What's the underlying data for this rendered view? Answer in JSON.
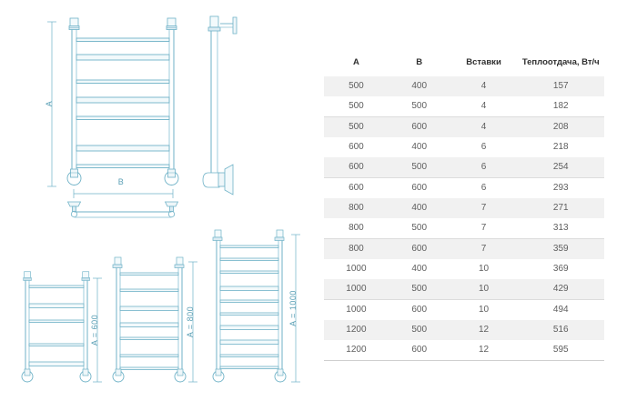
{
  "product": {
    "type": "towel-radiator-ladder",
    "line_color": "#6fb2c7",
    "fill_color": "#eef6f9"
  },
  "drawings": {
    "main_front": {
      "name": "front-view",
      "height_label": "A",
      "width_label": "B",
      "rungs": 7
    },
    "side_view": {
      "name": "side-view"
    },
    "bottom_view": {
      "name": "bottom-view"
    },
    "variants": [
      {
        "label": "A = 600",
        "rungs": 5,
        "height_mm": 600
      },
      {
        "label": "A = 800",
        "rungs": 7,
        "height_mm": 800
      },
      {
        "label": "A = 1000",
        "rungs": 10,
        "height_mm": 1000
      }
    ]
  },
  "chart_data": {
    "type": "table",
    "title": "",
    "columns": [
      "A",
      "B",
      "Вставки",
      "Теплоотдача, Вт/ч"
    ],
    "rows": [
      [
        "500",
        "400",
        "4",
        "157"
      ],
      [
        "500",
        "500",
        "4",
        "182"
      ],
      [
        "500",
        "600",
        "4",
        "208"
      ],
      [
        "600",
        "400",
        "6",
        "218"
      ],
      [
        "600",
        "500",
        "6",
        "254"
      ],
      [
        "600",
        "600",
        "6",
        "293"
      ],
      [
        "800",
        "400",
        "7",
        "271"
      ],
      [
        "800",
        "500",
        "7",
        "313"
      ],
      [
        "800",
        "600",
        "7",
        "359"
      ],
      [
        "1000",
        "400",
        "10",
        "369"
      ],
      [
        "1000",
        "500",
        "10",
        "429"
      ],
      [
        "1000",
        "600",
        "10",
        "494"
      ],
      [
        "1200",
        "500",
        "12",
        "516"
      ],
      [
        "1200",
        "600",
        "12",
        "595"
      ]
    ]
  },
  "table": {
    "name": "specification-table",
    "header_color": "#2f2f2f",
    "cell_color": "#5e5e5e",
    "stripe_color": "#f1f1f1"
  }
}
